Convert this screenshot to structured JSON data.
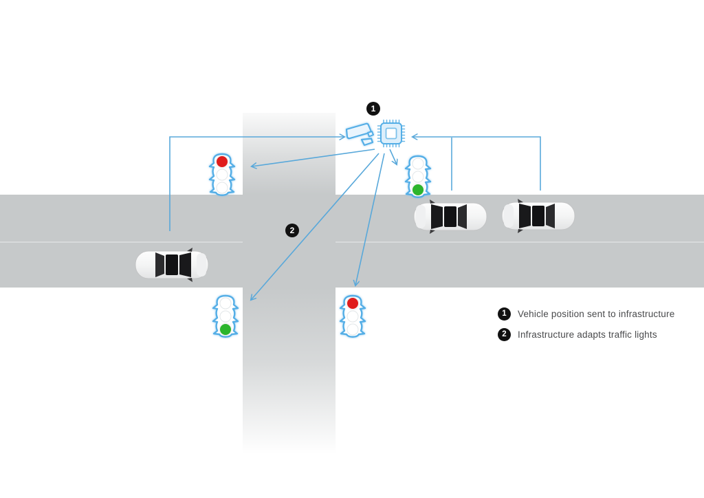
{
  "legend": {
    "items": [
      {
        "number": "1",
        "label": "Vehicle position sent to infrastructure"
      },
      {
        "number": "2",
        "label": "Infrastructure adapts traffic lights"
      }
    ]
  },
  "canvas_markers": [
    {
      "number": "1"
    },
    {
      "number": "2"
    }
  ],
  "colors": {
    "road": "#c6c9ca",
    "lane_divider": "#d8dadb",
    "arrow_blue": "#58a8da",
    "icon_outline_blue": "#54aee6",
    "red_light": "#e01c1c",
    "green_light": "#2cb52c",
    "badge_black": "#111111",
    "legend_text": "#48494b"
  },
  "scene": {
    "infrastructure": [
      {
        "icon": "cctv-camera-icon"
      },
      {
        "icon": "processor-chip-icon"
      }
    ],
    "traffic_lights": [
      {
        "position": "north-west",
        "state": "red"
      },
      {
        "position": "north-east",
        "state": "green"
      },
      {
        "position": "south-west",
        "state": "green"
      },
      {
        "position": "south-east",
        "state": "red"
      }
    ],
    "cars": [
      {
        "position": "west-lower-lane",
        "direction": "right"
      },
      {
        "position": "east-upper-lane-near",
        "direction": "left"
      },
      {
        "position": "east-upper-lane-far",
        "direction": "left"
      }
    ]
  }
}
